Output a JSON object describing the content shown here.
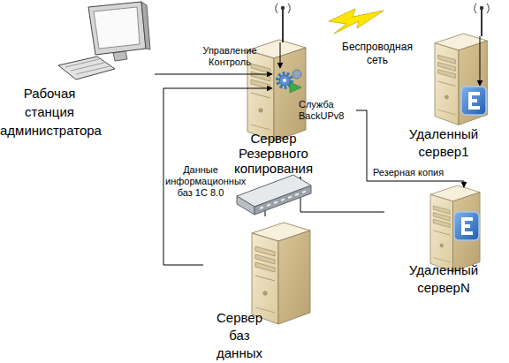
{
  "diagram": {
    "nodes": [
      {
        "text": [
          "Рабочая станция администратора"
        ]
      },
      {
        "text": [
          "Сервер Резервного копирования"
        ]
      },
      {
        "text": [
          "Служба BackUPv8"
        ],
        "in": 1
      },
      {
        "text": [
          "Удаленный сервер1"
        ]
      },
      {
        "text": [
          "Удаленный серверN"
        ]
      },
      {
        "text": [
          "Сервер баз данных"
        ]
      }
    ],
    "edges": [
      {
        "from": 0,
        "to": 2,
        "label": "Управление Контроль",
        "arrow": "to"
      },
      {
        "from": 5,
        "to": 2,
        "label": "Данные информационных баз 1С 8.0",
        "arrow": "to"
      },
      {
        "from": 2,
        "to": 4,
        "label": "Резерная копия",
        "arrow": "to"
      },
      {
        "from": 1,
        "to": 5,
        "arrow": "none"
      },
      {
        "from": 1,
        "to": 4,
        "arrow": "none"
      }
    ],
    "labels": [
      "Беспроводная сеть"
    ]
  }
}
